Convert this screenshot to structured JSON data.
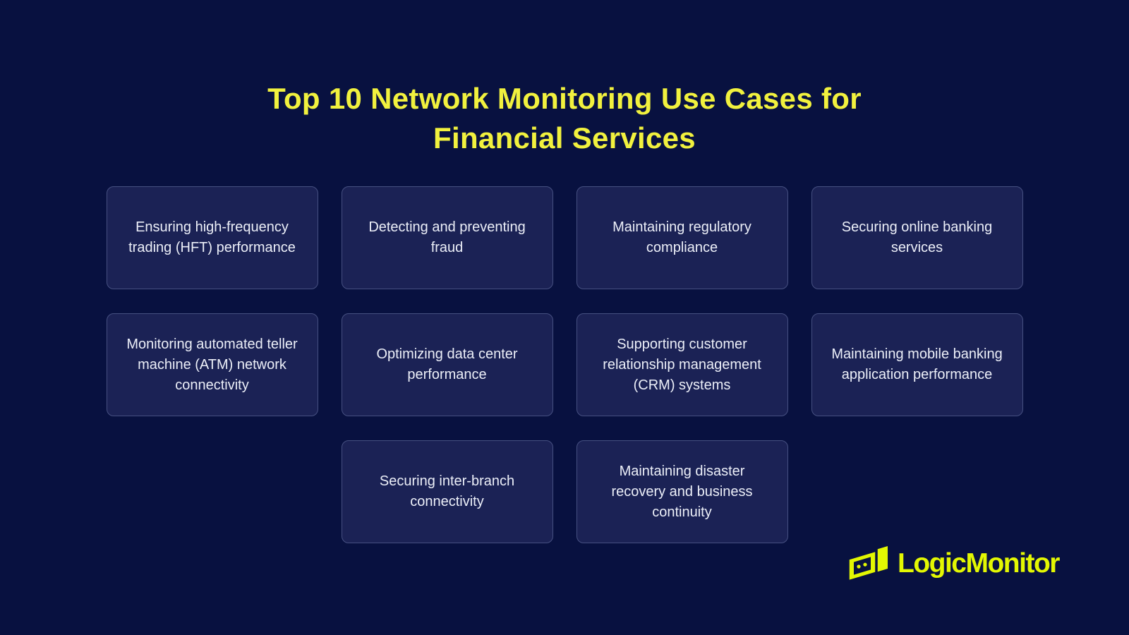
{
  "title": {
    "line1": "Top 10 Network Monitoring Use Cases for",
    "line2": "Financial Services"
  },
  "cards": [
    {
      "label": "Ensuring high-frequency trading (HFT) performance"
    },
    {
      "label": "Detecting and preventing fraud"
    },
    {
      "label": "Maintaining regulatory compliance"
    },
    {
      "label": "Securing online banking services"
    },
    {
      "label": "Monitoring automated teller machine (ATM) network connectivity"
    },
    {
      "label": "Optimizing data center performance"
    },
    {
      "label": "Supporting customer relationship management (CRM) systems"
    },
    {
      "label": "Maintaining mobile banking application performance"
    },
    {
      "label": "Securing inter-branch connectivity"
    },
    {
      "label": "Maintaining disaster recovery and business continuity"
    }
  ],
  "logo": {
    "brand": "LogicMonitor",
    "icon": "logicmonitor-mark"
  },
  "colors": {
    "background": "#081140",
    "card_background": "#1B2255",
    "card_border": "#465081",
    "card_text": "#ECEFF8",
    "title_yellow": "#F1F13E",
    "logo_yellow": "#E3F702"
  }
}
